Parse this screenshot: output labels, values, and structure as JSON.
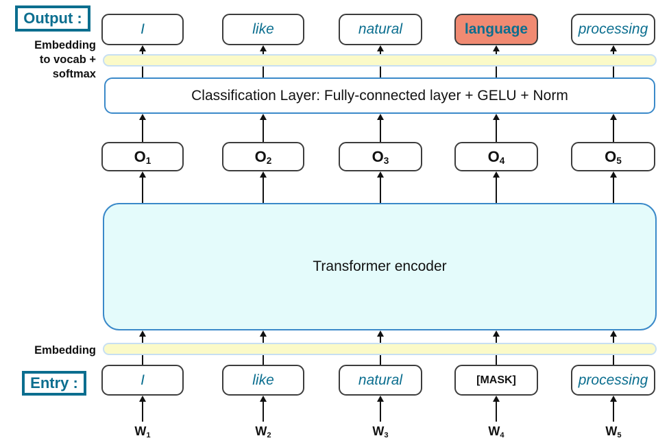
{
  "diagram": {
    "title_tags": {
      "output": "Output :",
      "entry": "Entry :"
    },
    "side_labels": {
      "embedding_to_vocab": "Embedding\nto vocab +\nsoftmax",
      "embedding": "Embedding"
    },
    "layers": {
      "classification": "Classification Layer: Fully-connected layer + GELU + Norm",
      "encoder": "Transformer encoder"
    },
    "columns": [
      {
        "index": 1,
        "output_token": "I",
        "output_highlight": false,
        "hidden_state": "O",
        "hidden_state_sub": "1",
        "input_token": "I",
        "input_is_mask": false,
        "w_label": "W",
        "w_sub": "1"
      },
      {
        "index": 2,
        "output_token": "like",
        "output_highlight": false,
        "hidden_state": "O",
        "hidden_state_sub": "2",
        "input_token": "like",
        "input_is_mask": false,
        "w_label": "W",
        "w_sub": "2"
      },
      {
        "index": 3,
        "output_token": "natural",
        "output_highlight": false,
        "hidden_state": "O",
        "hidden_state_sub": "3",
        "input_token": "natural",
        "input_is_mask": false,
        "w_label": "W",
        "w_sub": "3"
      },
      {
        "index": 4,
        "output_token": "language",
        "output_highlight": true,
        "hidden_state": "O",
        "hidden_state_sub": "4",
        "input_token": "[MASK]",
        "input_is_mask": true,
        "w_label": "W",
        "w_sub": "4"
      },
      {
        "index": 5,
        "output_token": "processing",
        "output_highlight": false,
        "hidden_state": "O",
        "hidden_state_sub": "5",
        "input_token": "processing",
        "input_is_mask": false,
        "w_label": "W",
        "w_sub": "5"
      }
    ],
    "colors": {
      "accent_teal": "#0b6e8f",
      "highlight_salmon": "#f08a72",
      "encoder_fill": "#e4fbfb",
      "encoder_border": "#3a89c9",
      "embed_strip_fill": "#fbfac8",
      "embed_strip_border": "#c7dff2",
      "box_border": "#3c3c3c",
      "text_dark": "#111111"
    }
  }
}
